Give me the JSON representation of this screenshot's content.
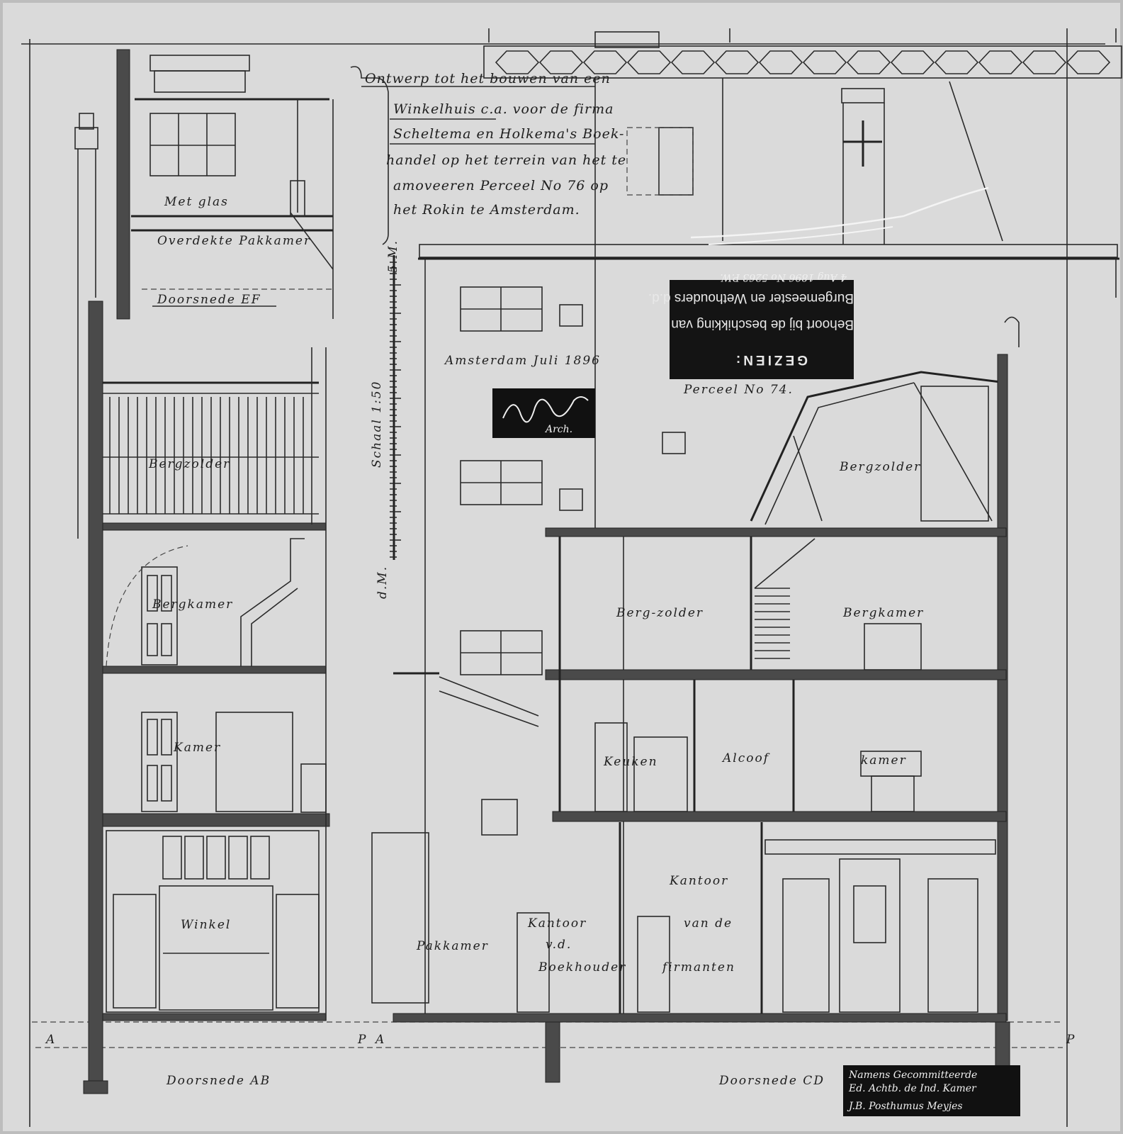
{
  "title_block": {
    "lines": [
      "Ontwerp tot het bouwen van een",
      "Winkelhuis c.a. voor de firma",
      "Scheltema en Holkema's Boek-",
      "handel op het terrein van het te",
      "amoveeren Perceel No 76 op",
      "het Rokin te Amsterdam."
    ]
  },
  "place_date": "Amsterdam Juli 1896",
  "signature_stamp": {
    "text": "Arch."
  },
  "municipal_stamp": {
    "heading": "GEZIEN:",
    "line1": "Behoort bij de beschikking van",
    "line2": "Burgemeester en Wethouders d.d.",
    "line3": "4 Aug 1896  No 5263 P.W."
  },
  "neighbor_label": "Perceel No 74.",
  "scale": {
    "label": "Schaal 1:50",
    "unit_top": "5 M.",
    "unit_bottom": "d.M."
  },
  "sections": {
    "ef": {
      "label": "Doorsnede EF",
      "rooms": [
        "Met glas",
        "Overdekte Pakkamer"
      ]
    },
    "ab": {
      "label": "Doorsnede AB",
      "rooms": [
        "Bergzolder",
        "Bergkamer",
        "Kamer",
        "Winkel"
      ],
      "axis_marks": [
        "A",
        "P",
        "A"
      ]
    },
    "cd": {
      "label": "Doorsnede CD",
      "rooms": [
        "Bergzolder",
        "Berg-zolder",
        "Bergkamer",
        "Keuken",
        "Alcoof",
        "kamer",
        "Kantoor",
        "van de",
        "firmanten",
        "Kantoor",
        "v.d.",
        "Boekhouder",
        "Pakkamer"
      ],
      "axis_marks": [
        "P"
      ]
    }
  },
  "approval_stamp": {
    "line1": "Namens Gecommitteerde",
    "line2": "Ed. Achtb. de Ind. Kamer",
    "line3": "J.B. Posthumus Meyjes"
  }
}
